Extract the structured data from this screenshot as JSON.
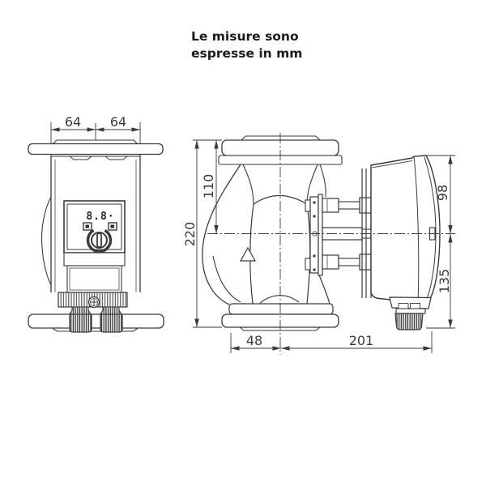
{
  "note": {
    "line1": "Le misure sono",
    "line2": "espresse in mm"
  },
  "display": {
    "value": "8.8·"
  },
  "dimensions": {
    "flange_left": "64",
    "flange_right": "64",
    "port_height": "110",
    "total_height": "220",
    "top_height": "98",
    "bottom_height": "135",
    "base_offset": "48",
    "base_length": "201"
  },
  "colors": {
    "line": "#3a3a3a",
    "text": "#3a3a3a",
    "title": "#1c1c1c",
    "background": "#ffffff"
  }
}
